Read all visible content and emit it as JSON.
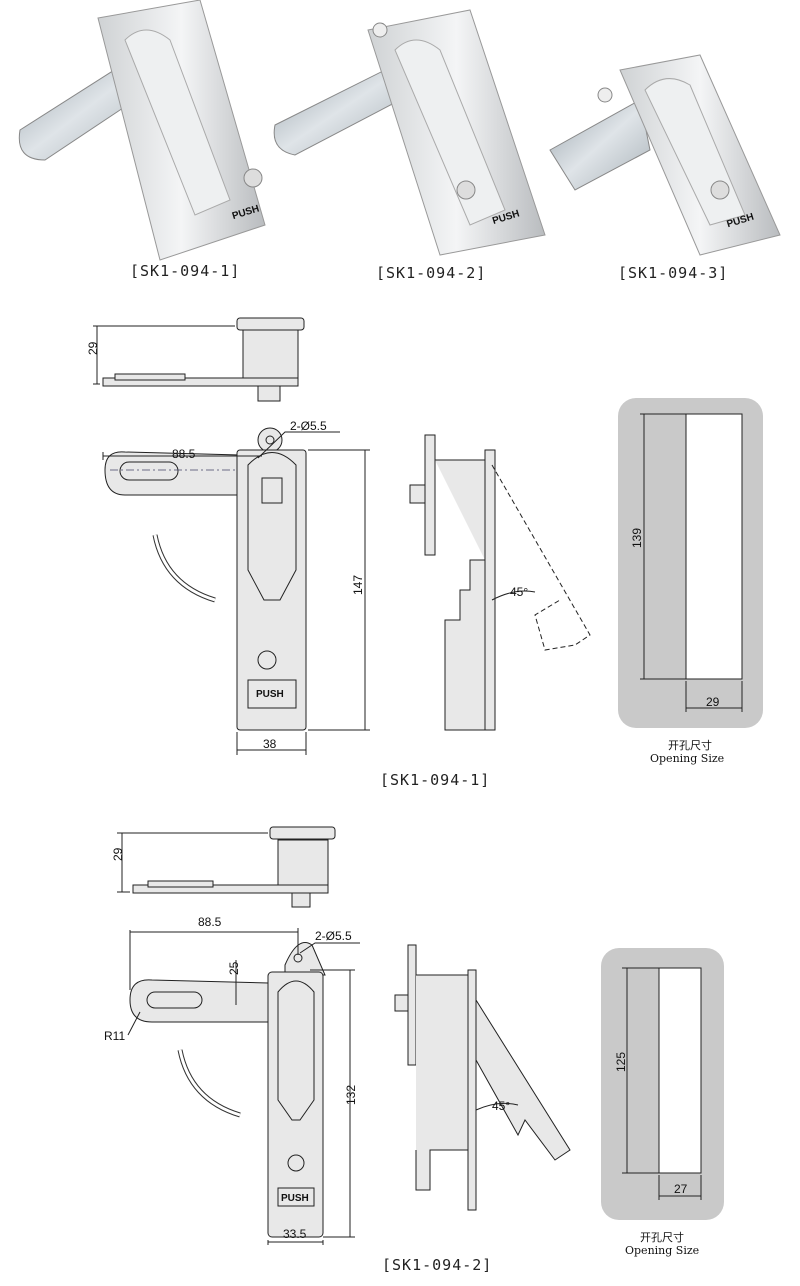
{
  "photos": [
    {
      "caption": "[SK1-094-1]",
      "push_label": "PUSH"
    },
    {
      "caption": "[SK1-094-2]",
      "push_label": "PUSH"
    },
    {
      "caption": "[SK1-094-3]",
      "push_label": "PUSH"
    }
  ],
  "drawing1": {
    "caption": "[SK1-094-1]",
    "dims": {
      "height_top": "29",
      "hole": "2-Ø5.5",
      "arm_length": "88.5",
      "length": "147",
      "width": "38",
      "angle": "45°"
    },
    "push_label": "PUSH",
    "opening": {
      "height": "139",
      "width": "29",
      "label_cn": "开孔尺寸",
      "label_en": "Opening Size"
    }
  },
  "drawing2": {
    "caption": "[SK1-094-2]",
    "dims": {
      "height_top": "29",
      "arm_length": "88.5",
      "hole": "2-Ø5.5",
      "offset": "25",
      "radius": "R11",
      "length": "132",
      "width": "33.5",
      "angle": "45°"
    },
    "push_label": "PUSH",
    "opening": {
      "height": "125",
      "width": "27",
      "label_cn": "开孔尺寸",
      "label_en": "Opening Size"
    }
  }
}
